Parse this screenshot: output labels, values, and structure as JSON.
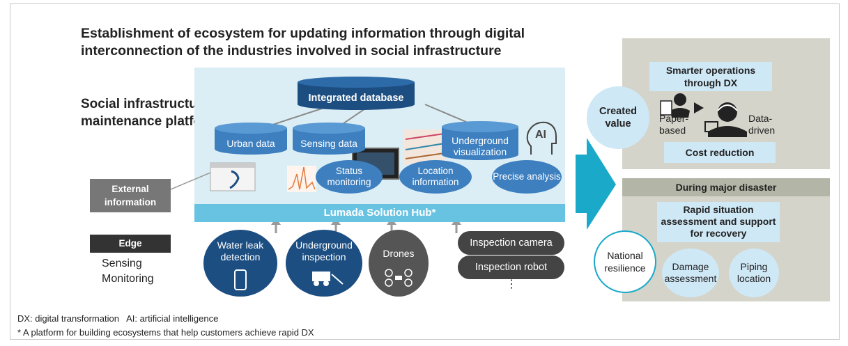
{
  "title": "Establishment of ecosystem for updating information through digital interconnection of the industries involved in social infrastructure",
  "platform_label": "Social infrastructure maintenance platform",
  "integrated_db": "Integrated database",
  "data_sources": [
    "Urban data",
    "Sensing data",
    "Underground visualization"
  ],
  "functions": [
    "Status monitoring",
    "Location information",
    "Precise analysis"
  ],
  "ai_icon": "AI",
  "hub": "Lumada Solution Hub*",
  "external": "External information",
  "edge": "Edge",
  "sensing_lines": [
    "Sensing",
    "Monitoring"
  ],
  "edge_nodes": [
    "Water leak detection",
    "Underground inspection",
    "Drones"
  ],
  "edge_devices": [
    "Inspection camera",
    "Inspection robot"
  ],
  "more": "⋮",
  "right_top": {
    "smarter": "Smarter operations through DX",
    "created_value": "Created value",
    "paper": "Paper-based",
    "data": "Data-driven",
    "cost": "Cost reduction"
  },
  "right_bottom": {
    "header": "During major disaster",
    "rapid": "Rapid situation assessment and support for recovery",
    "national": "National resilience",
    "damage": "Damage assessment",
    "piping": "Piping location"
  },
  "footnotes": [
    "DX: digital transformation   AI: artificial intelligence",
    "* A platform for building ecosystems that help customers achieve rapid DX"
  ],
  "colors": {
    "navy": "#1c4e82",
    "hub": "#68c3e3",
    "panel": "#dbeef5",
    "arrow": "#1aa9c9",
    "gray_panel": "#d4d4ca"
  }
}
